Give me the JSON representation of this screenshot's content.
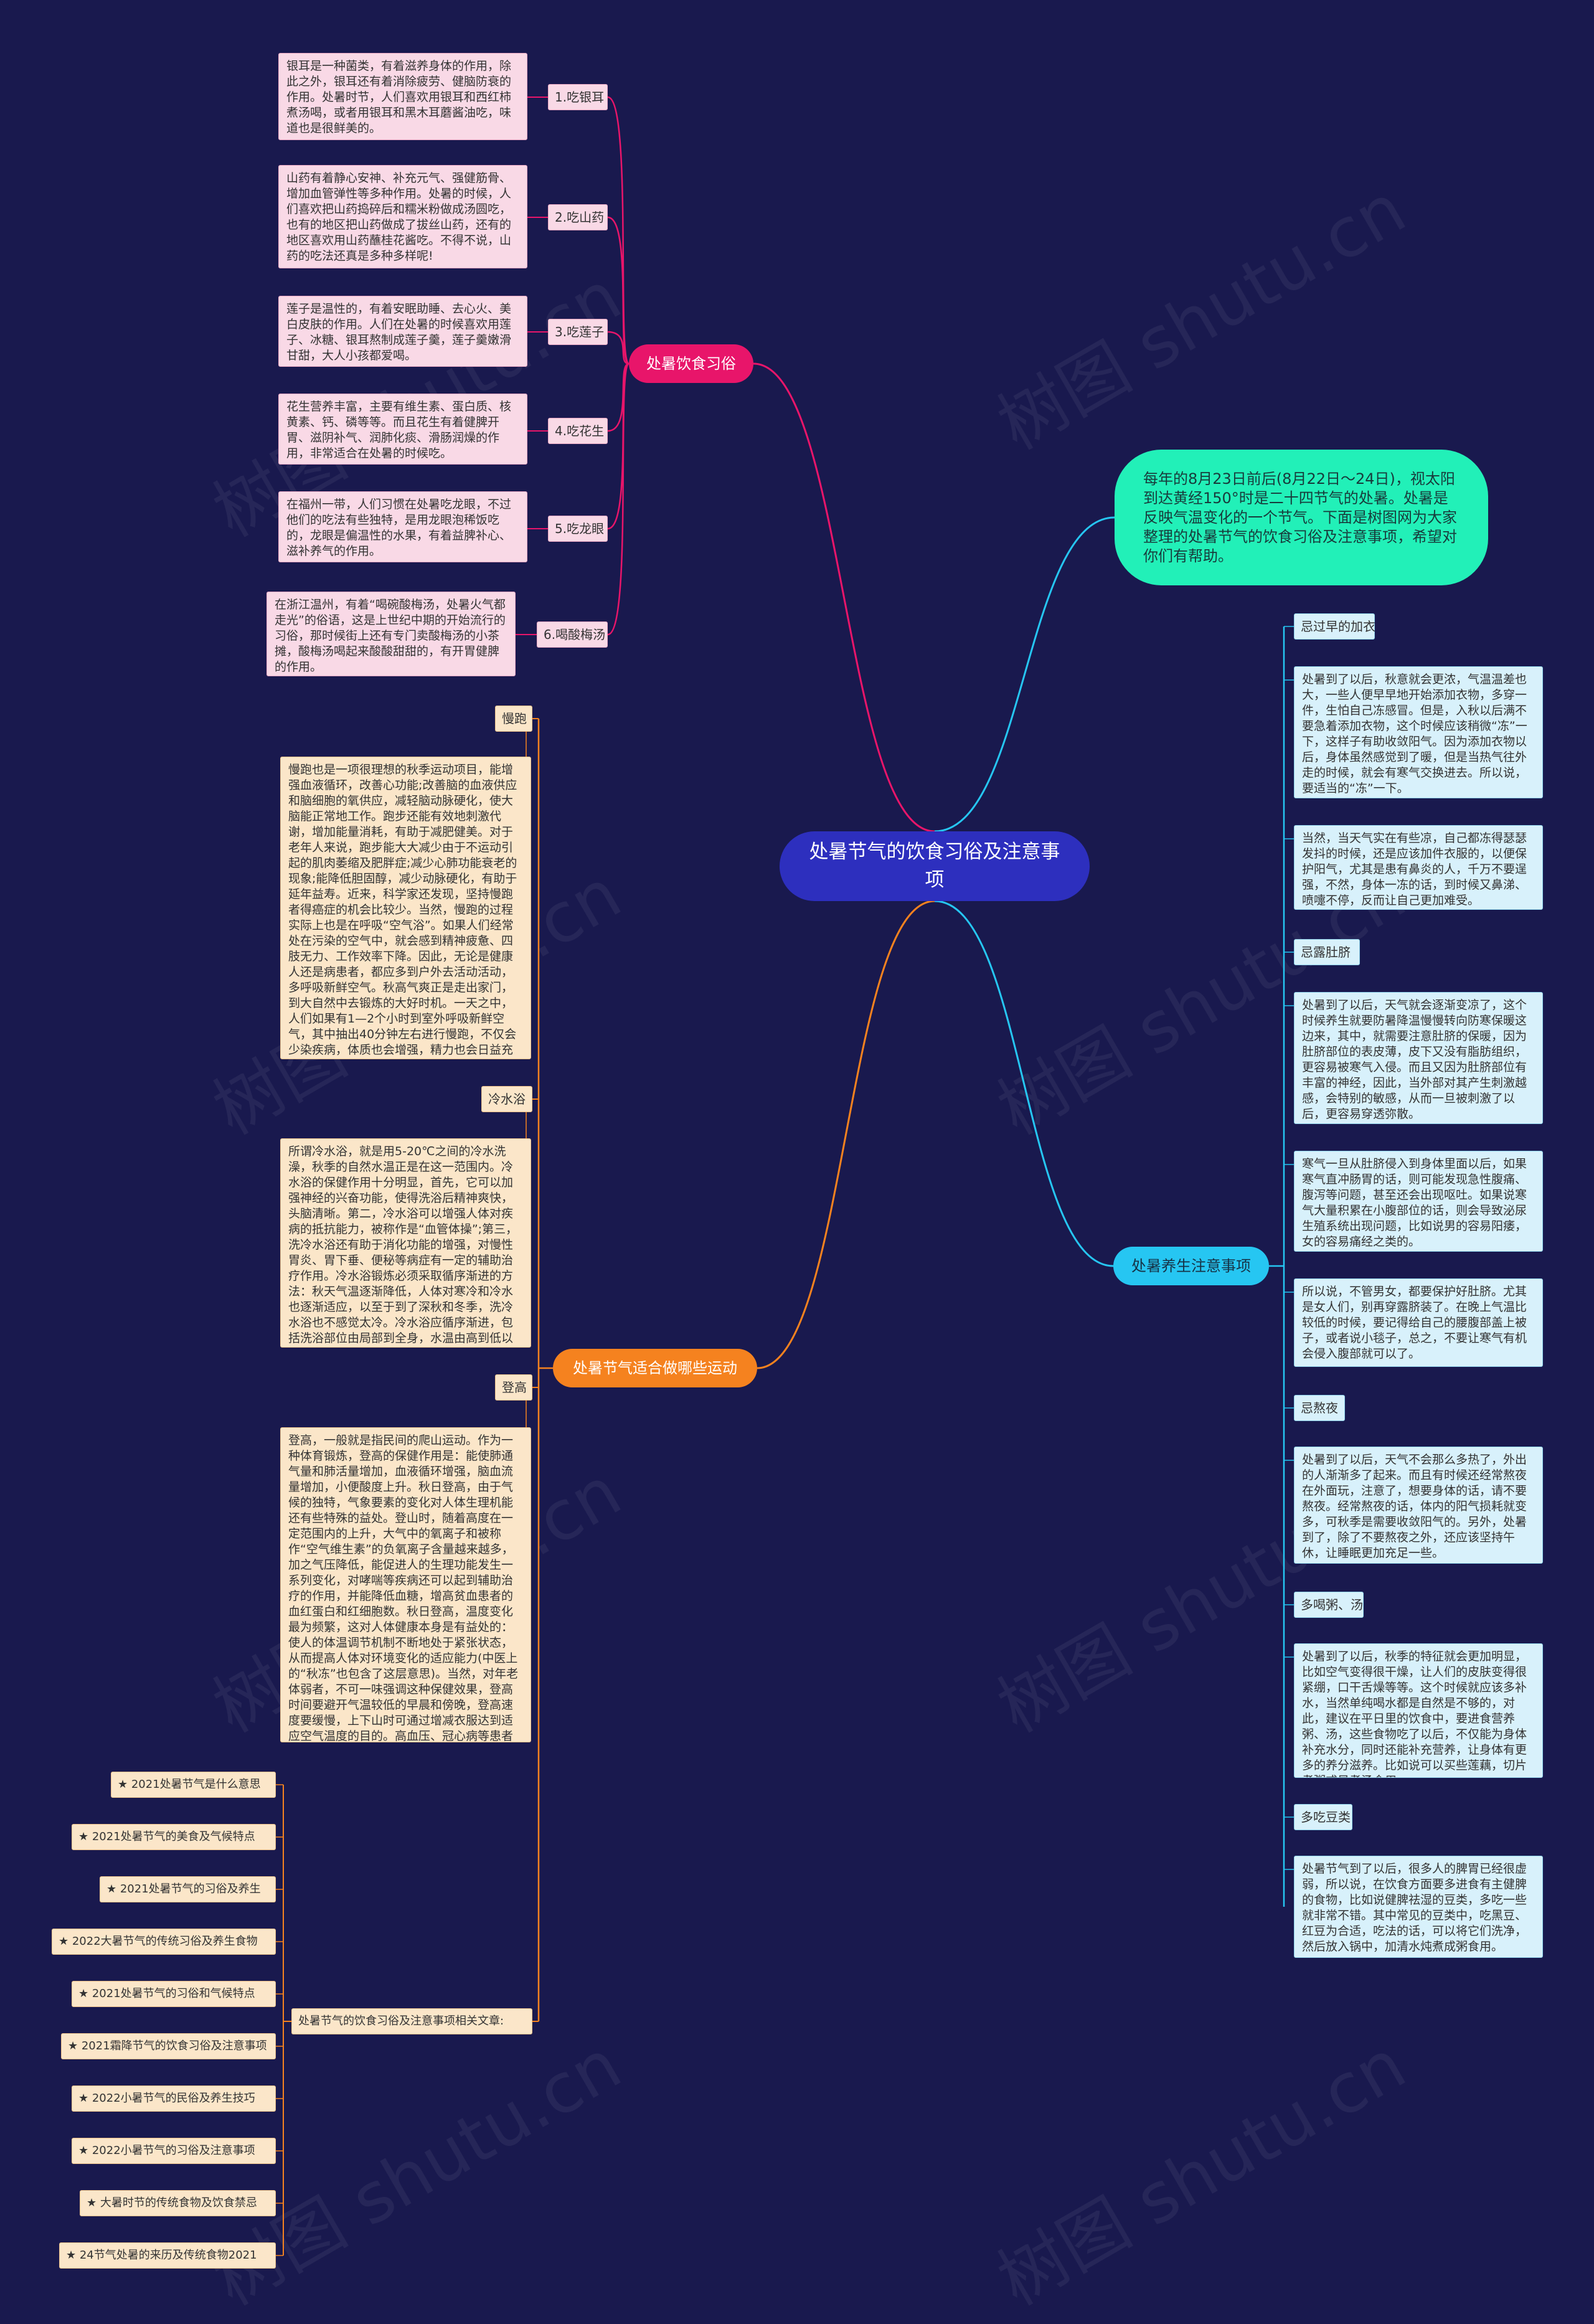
{
  "root": "处暑节气的饮食习俗及注意事项",
  "intro": "每年的8月23日前后(8月22日～24日)，视太阳到达黄经150°时是二十四节气的处暑。处暑是反映气温变化的一个节气。下面是树图网为大家整理的处暑节气的饮食习俗及注意事项，希望对你们有帮助。",
  "watermark": "树图 shutu.cn",
  "diet": {
    "title": "处暑饮食习俗",
    "items": [
      {
        "label": "1.吃银耳",
        "text": "银耳是一种菌类，有着滋养身体的作用，除此之外，银耳还有着消除疲劳、健脑防衰的作用。处暑时节，人们喜欢用银耳和西红柿煮汤喝，或者用银耳和黑木耳蘑酱油吃，味道也是很鲜美的。"
      },
      {
        "label": "2.吃山药",
        "text": "山药有着静心安神、补充元气、强健筋骨、增加血管弹性等多种作用。处暑的时候，人们喜欢把山药捣碎后和糯米粉做成汤圆吃，也有的地区把山药做成了拔丝山药，还有的地区喜欢用山药蘸桂花酱吃。不得不说，山药的吃法还真是多种多样呢!"
      },
      {
        "label": "3.吃莲子",
        "text": "莲子是温性的，有着安眠助睡、去心火、美白皮肤的作用。人们在处暑的时候喜欢用莲子、冰糖、银耳熬制成莲子羹，莲子羹嫩滑甘甜，大人小孩都爱喝。"
      },
      {
        "label": "4.吃花生",
        "text": "花生营养丰富，主要有维生素、蛋白质、核黄素、钙、磷等等。而且花生有着健脾开胃、滋阴补气、润肺化痰、滑肠润燥的作用，非常适合在处暑的时候吃。"
      },
      {
        "label": "5.吃龙眼",
        "text": "在福州一带，人们习惯在处暑吃龙眼，不过他们的吃法有些独特，是用龙眼泡稀饭吃的，龙眼是偏温性的水果，有着益脾补心、滋补养气的作用。"
      },
      {
        "label": "6.喝酸梅汤",
        "text": "在浙江温州，有着“喝碗酸梅汤，处暑火气都走光”的俗语，这是上世纪中期的开始流行的习俗，那时候街上还有专门卖酸梅汤的小茶摊，酸梅汤喝起来酸酸甜甜的，有开胃健脾的作用。"
      }
    ]
  },
  "sport": {
    "title": "处暑节气适合做哪些运动",
    "items": [
      {
        "label": "慢跑",
        "text": "慢跑也是一项很理想的秋季运动项目，能增强血液循环，改善心功能;改善脑的血液供应和脑细胞的氧供应，减轻脑动脉硬化，使大脑能正常地工作。跑步还能有效地刺激代谢，增加能量消耗，有助于减肥健美。对于老年人来说，跑步能大大减少由于不运动引起的肌肉萎缩及肥胖症;减少心肺功能衰老的现象;能降低胆固醇，减少动脉硬化，有助于延年益寿。近来，科学家还发现，坚持慢跑者得癌症的机会比较少。当然，慢跑的过程实际上也是在呼吸“空气浴”。如果人们经常处在污染的空气中，就会感到精神疲惫、四肢无力、工作效率下降。因此，无论是健康人还是病患者，都应多到户外去活动活动，多呼吸新鲜空气。秋高气爽正是走出家门，到大自然中去锻炼的大好时机。一天之中，人们如果有1—2个小时到室外呼吸新鲜空气，其中抽出40分钟左右进行慢跑，不仅会少染疾病，体质也会增强，精力也会日益充沛起来。"
      },
      {
        "label": "冷水浴",
        "text": "所谓冷水浴，就是用5-20℃之间的冷水洗澡，秋季的自然水温正是在这一范围内。冷水浴的保健作用十分明显，首先，它可以加强神经的兴奋功能，使得洗浴后精神爽快，头脑清晰。第二，冷水浴可以增强人体对疾病的抵抗能力，被称作是“血管体操”;第三，洗冷水浴还有助于消化功能的增强，对慢性胃炎、胃下垂、便秘等病症有一定的辅助治疗作用。冷水浴锻炼必须采取循序渐进的方法：秋天气温逐渐降低，人体对寒冷和冷水也逐渐适应，以至于到了深秋和冬季，洗冷水浴也不感觉太冷。冷水浴应循序渐进，包括洗浴部位由局部到全身，水温由高到低以及洗浴时间的由短到长。"
      },
      {
        "label": "登高",
        "text": "登高，一般就是指民间的爬山运动。作为一种体育锻炼，登高的保健作用是：能使肺通气量和肺活量增加，血液循环增强，脑血流量增加，小便酸度上升。秋日登高，由于气候的独特，气象要素的变化对人体生理机能还有些特殊的益处。登山时，随着高度在一定范围内的上升，大气中的氧离子和被称作“空气维生素”的负氧离子含量越来越多，加之气压降低，能促进人的生理功能发生一系列变化，对哮喘等疾病还可以起到辅助治疗的作用，并能降低血糖，增高贫血患者的血红蛋白和红细胞数。秋日登高，温度变化最为频繁，这对人体健康本身是有益处的：使人的体温调节机制不断地处于紧张状态，从而提高人体对环境变化的适应能力(中医上的“秋冻”也包含了这层意思)。当然，对年老体弱者，不可一味强调这种保健效果，登高时间要避开气温较低的早晨和傍晚，登高速度要缓慢，上下山时可通过增减衣服达到适应空气温度的目的。高血压、冠心病等患者更要量力而行，以防产生不测。"
      }
    ],
    "related_title": "处暑节气的饮食习俗及注意事项相关文章:",
    "related": [
      "★ 2021处暑节气是什么意思",
      "★ 2021处暑节气的美食及气候特点",
      "★ 2021处暑节气的习俗及养生",
      "★ 2022大暑节气的传统习俗及养生食物",
      "★ 2021处暑节气的习俗和气候特点",
      "★ 2021霜降节气的饮食习俗及注意事项",
      "★ 2022小暑节气的民俗及养生技巧",
      "★ 2022小暑节气的习俗及注意事项",
      "★ 大暑时节的传统食物及饮食禁忌",
      "★ 24节气处暑的来历及传统食物2021"
    ]
  },
  "care": {
    "title": "处暑养生注意事项",
    "items": [
      {
        "label": "忌过早的加衣",
        "texts": [
          "处暑到了以后，秋意就会更浓，气温温差也大，一些人便早早地开始添加衣物，多穿一件，生怕自己冻感冒。但是，入秋以后满不要急着添加衣物，这个时候应该稍微“冻”一下，这样子有助收敛阳气。因为添加衣物以后，身体虽然感觉到了暖，但是当热气往外走的时候，就会有寒气交换进去。所以说，要适当的“冻”一下。",
          "当然，当天气实在有些凉，自己都冻得瑟瑟发抖的时候，还是应该加件衣服的，以便保护阳气，尤其是患有鼻炎的人，千万不要逞强，不然，身体一冻的话，到时候又鼻涕、喷嚏不停，反而让自己更加难受。"
        ]
      },
      {
        "label": "忌露肚脐",
        "texts": [
          "处暑到了以后，天气就会逐渐变凉了，这个时候养生就要防暑降温慢慢转向防寒保暖这边来，其中，就需要注意肚脐的保暖，因为肚脐部位的表皮薄，皮下又没有脂肪组织，更容易被寒气入侵。而且又因为肚脐部位有丰富的神经，因此，当外部对其产生刺激越感，会特别的敏感，从而一旦被刺激了以后，更容易穿透弥散。",
          "寒气一旦从肚脐侵入到身体里面以后，如果寒气直冲肠胃的话，则可能发现急性腹痛、腹泻等问题，甚至还会出现呕吐。如果说寒气大量积累在小腹部位的话，则会导致泌尿生殖系统出现问题，比如说男的容易阳痿，女的容易痛经之类的。",
          "所以说，不管男女，都要保护好肚脐。尤其是女人们，别再穿露脐装了。在晚上气温比较低的时候，要记得给自己的腰腹部盖上被子，或者说小毯子，总之，不要让寒气有机会侵入腹部就可以了。"
        ]
      },
      {
        "label": "忌熬夜",
        "texts": [
          "处暑到了以后，天气不会那么多热了，外出的人渐渐多了起来。而且有时候还经常熬夜在外面玩，注意了，想要身体的话，请不要熬夜。经常熬夜的话，体内的阳气损耗就变多，可秋季是需要收敛阳气的。另外，处暑到了，除了不要熬夜之外，还应该坚持午休，让睡眠更加充足一些。"
        ]
      },
      {
        "label": "多喝粥、汤",
        "texts": [
          "处暑到了以后，秋季的特征就会更加明显，比如空气变得很干燥，让人们的皮肤变得很紧绷，口干舌燥等等。这个时候就应该多补水，当然单纯喝水都是自然是不够的，对此，建议在平日里的饮食中，要进食营养粥、汤，这些食物吃了以后，不仅能为身体补充水分，同时还能补充营养，让身体有更多的养分滋养。比如说可以买些莲藕，切片煮粥或是煮汤食用。"
        ]
      },
      {
        "label": "多吃豆类",
        "texts": [
          "处暑节气到了以后，很多人的脾胃已经很虚弱，所以说，在饮食方面要多进食有主健脾的食物，比如说健脾祛湿的豆类，多吃一些就非常不错。其中常见的豆类中，吃黑豆、红豆为合适，吃法的话，可以将它们洗净，然后放入锅中，加清水炖煮成粥食用。"
        ]
      }
    ]
  }
}
